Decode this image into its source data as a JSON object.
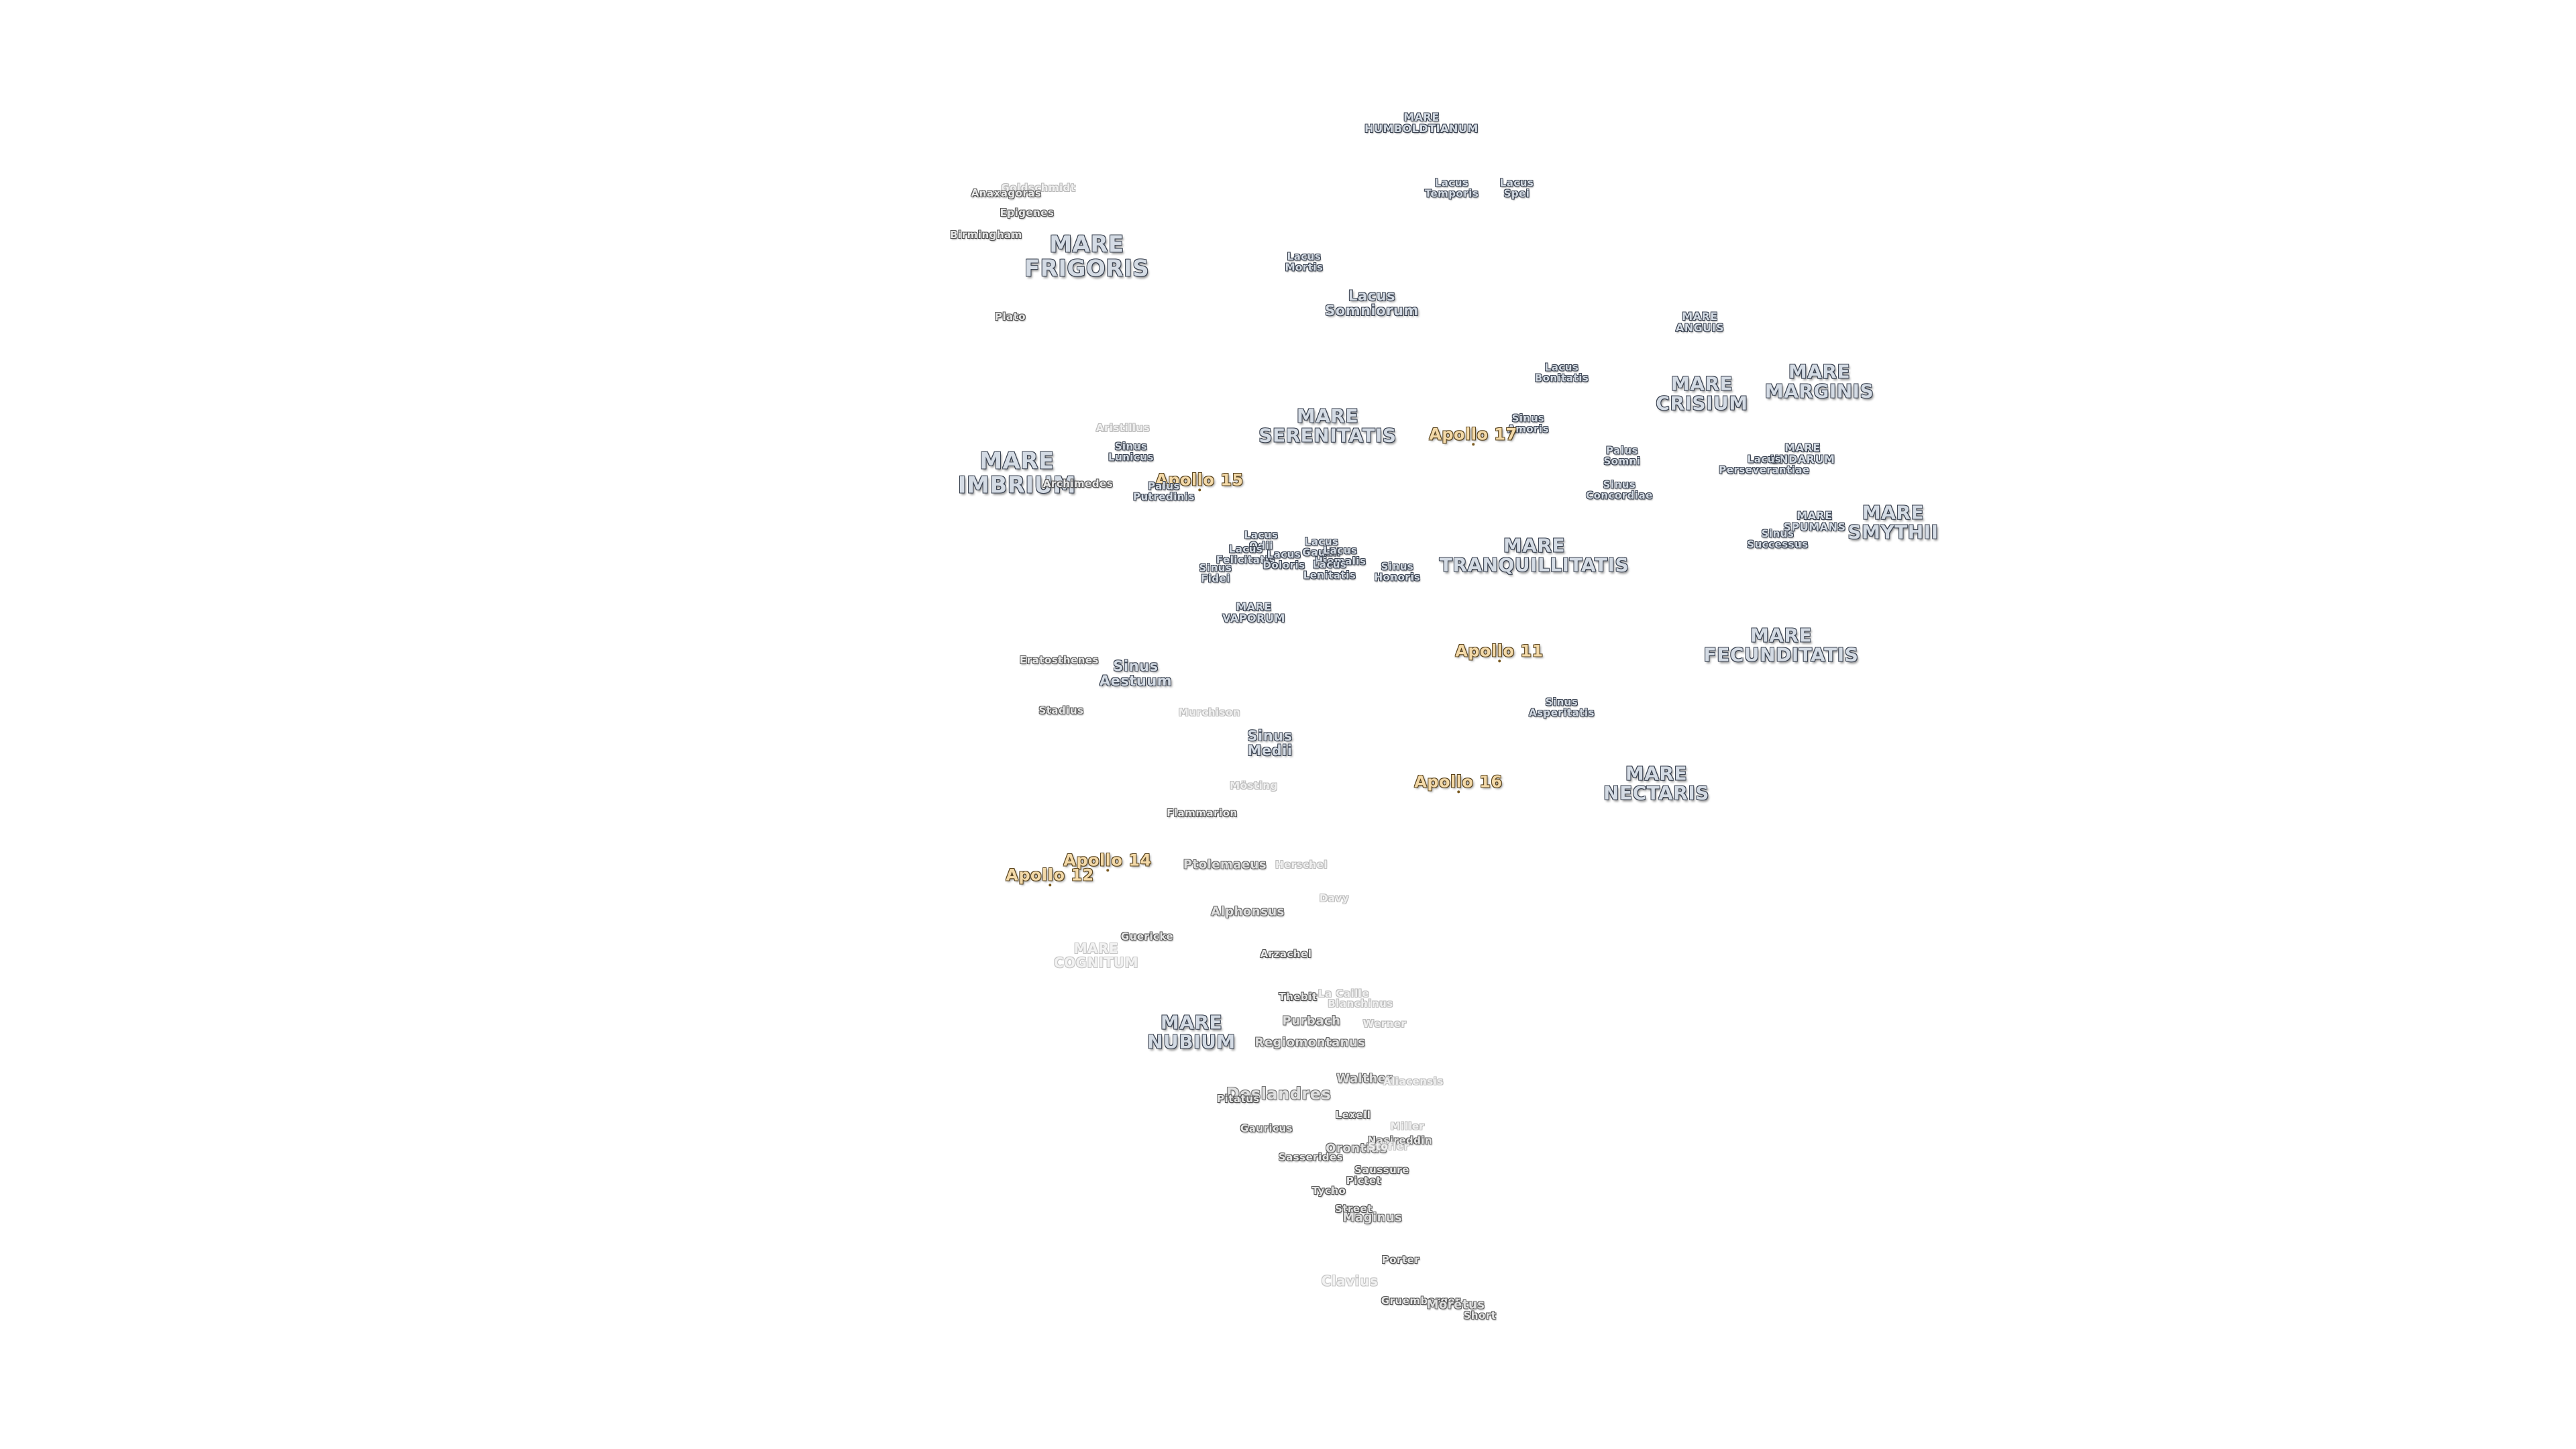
{
  "labels": [
    {
      "id": "mare-humboldtianum",
      "text": "MARE\nHUMBOLDTIANUM",
      "kind": "sea-s"
    },
    {
      "id": "lacus-temporis",
      "text": "Lacus\nTemporis",
      "kind": "feat-s"
    },
    {
      "id": "lacus-spei",
      "text": "Lacus\nSpei",
      "kind": "feat-s"
    },
    {
      "id": "goldschmidt",
      "text": "Goldschmidt",
      "kind": "faint"
    },
    {
      "id": "anaxagoras",
      "text": "Anaxagoras",
      "kind": "crater"
    },
    {
      "id": "epigenes",
      "text": "Epigenes",
      "kind": "crater"
    },
    {
      "id": "birmingham",
      "text": "Birmingham",
      "kind": "crater"
    },
    {
      "id": "mare-frigoris",
      "text": "MARE\nFRIGORIS",
      "kind": "sea-l"
    },
    {
      "id": "lacus-mortis",
      "text": "Lacus\nMortis",
      "kind": "feat-s"
    },
    {
      "id": "lacus-somniorum",
      "text": "Lacus\nSomniorum",
      "kind": "feat"
    },
    {
      "id": "plato",
      "text": "Plato",
      "kind": "crater"
    },
    {
      "id": "mare-anguis",
      "text": "MARE\nANGUIS",
      "kind": "sea-s"
    },
    {
      "id": "lacus-bonitatis",
      "text": "Lacus\nBonitatis",
      "kind": "feat-s"
    },
    {
      "id": "mare-crisium",
      "text": "MARE\nCRISIUM",
      "kind": "sea"
    },
    {
      "id": "mare-marginis",
      "text": "MARE\nMARGINIS",
      "kind": "sea"
    },
    {
      "id": "aristillus",
      "text": "Aristillus",
      "kind": "faint"
    },
    {
      "id": "mare-serenitatis",
      "text": "MARE\nSERENITATIS",
      "kind": "sea"
    },
    {
      "id": "sinus-amoris",
      "text": "Sinus\nAmoris",
      "kind": "feat-s"
    },
    {
      "id": "apollo-17",
      "text": "Apollo 17",
      "kind": "apollo"
    },
    {
      "id": "mare-imbrium",
      "text": "MARE\nIMBRIUM",
      "kind": "sea-l"
    },
    {
      "id": "sinus-lunicus",
      "text": "Sinus\nLunicus",
      "kind": "feat-s"
    },
    {
      "id": "archimedes",
      "text": "Archimedes",
      "kind": "crater"
    },
    {
      "id": "apollo-15",
      "text": "Apollo 15",
      "kind": "apollo"
    },
    {
      "id": "palus-putredinis",
      "text": "Palus\nPutredinis",
      "kind": "feat-s"
    },
    {
      "id": "palus-somni",
      "text": "Palus\nSomni",
      "kind": "feat-s"
    },
    {
      "id": "mare-undarum",
      "text": "MARE\nUNDARUM",
      "kind": "sea-s"
    },
    {
      "id": "lacus-perseverantiae",
      "text": "Lacus\nPerseverantiae",
      "kind": "feat-s"
    },
    {
      "id": "sinus-concordiae",
      "text": "Sinus\nConcordiae",
      "kind": "feat-s"
    },
    {
      "id": "mare-spumans",
      "text": "MARE\nSPUMANS",
      "kind": "sea-s"
    },
    {
      "id": "mare-smythii",
      "text": "MARE\nSMYTHII",
      "kind": "sea"
    },
    {
      "id": "sinus-successus",
      "text": "Sinus\nSuccessus",
      "kind": "feat-s"
    },
    {
      "id": "lacus-odii",
      "text": "Lacus\nOdii",
      "kind": "feat-s"
    },
    {
      "id": "lacus-felicitatis",
      "text": "Lacus\nFelicitatis",
      "kind": "feat-s"
    },
    {
      "id": "lacus-doloris",
      "text": "Lacus\nDoloris",
      "kind": "feat-s"
    },
    {
      "id": "sinus-fidei",
      "text": "Sinus\nFidei",
      "kind": "feat-s"
    },
    {
      "id": "lacus-gaudii",
      "text": "Lacus\nGaudii",
      "kind": "feat-s"
    },
    {
      "id": "lacus-hiemalis",
      "text": "Lacus\nHiemalis",
      "kind": "feat-s"
    },
    {
      "id": "lacus-lenitatis",
      "text": "Lacus\nLenitatis",
      "kind": "feat-s"
    },
    {
      "id": "sinus-honoris",
      "text": "Sinus\nHonoris",
      "kind": "feat-s"
    },
    {
      "id": "mare-tranquillitatis",
      "text": "MARE\nTRANQUILLITATIS",
      "kind": "sea"
    },
    {
      "id": "mare-vaporum",
      "text": "MARE\nVAPORUM",
      "kind": "sea-s"
    },
    {
      "id": "apollo-11",
      "text": "Apollo 11",
      "kind": "apollo"
    },
    {
      "id": "mare-fecunditatis",
      "text": "MARE\nFECUNDITATIS",
      "kind": "sea"
    },
    {
      "id": "eratosthenes",
      "text": "Eratosthenes",
      "kind": "crater"
    },
    {
      "id": "sinus-aestuum",
      "text": "Sinus\nAestuum",
      "kind": "feat"
    },
    {
      "id": "stadius",
      "text": "Stadius",
      "kind": "crater"
    },
    {
      "id": "murchison",
      "text": "Murchison",
      "kind": "faint"
    },
    {
      "id": "sinus-asperitatis",
      "text": "Sinus\nAsperitatis",
      "kind": "feat-s"
    },
    {
      "id": "sinus-medii",
      "text": "Sinus\nMedii",
      "kind": "feat"
    },
    {
      "id": "apollo-16",
      "text": "Apollo 16",
      "kind": "apollo"
    },
    {
      "id": "mare-nectaris",
      "text": "MARE\nNECTARIS",
      "kind": "sea"
    },
    {
      "id": "mosting",
      "text": "Mösting",
      "kind": "faint"
    },
    {
      "id": "flammarion",
      "text": "Flammarion",
      "kind": "crater"
    },
    {
      "id": "apollo-14",
      "text": "Apollo 14",
      "kind": "apollo"
    },
    {
      "id": "apollo-12",
      "text": "Apollo 12",
      "kind": "apollo"
    },
    {
      "id": "ptolemaeus",
      "text": "Ptolemaeus",
      "kind": "crater-m"
    },
    {
      "id": "herschel",
      "text": "Herschel",
      "kind": "faint"
    },
    {
      "id": "davy",
      "text": "Davy",
      "kind": "faint"
    },
    {
      "id": "alphonsus",
      "text": "Alphonsus",
      "kind": "crater-m"
    },
    {
      "id": "guericke",
      "text": "Guericke",
      "kind": "crater"
    },
    {
      "id": "mare-cognitum",
      "text": "MARE\nCOGNITUM",
      "kind": "faint-sea"
    },
    {
      "id": "arzachel",
      "text": "Arzachel",
      "kind": "crater"
    },
    {
      "id": "thebit",
      "text": "Thebit",
      "kind": "crater"
    },
    {
      "id": "la-caille",
      "text": "La Caille",
      "kind": "faint"
    },
    {
      "id": "blanchinus",
      "text": "Blanchinus",
      "kind": "faint"
    },
    {
      "id": "mare-nubium",
      "text": "MARE\nNUBIUM",
      "kind": "sea"
    },
    {
      "id": "purbach",
      "text": "Purbach",
      "kind": "crater-m"
    },
    {
      "id": "werner",
      "text": "Werner",
      "kind": "faint"
    },
    {
      "id": "regiomontanus",
      "text": "Regiomontanus",
      "kind": "crater-m"
    },
    {
      "id": "walther",
      "text": "Walther",
      "kind": "crater-m"
    },
    {
      "id": "aliacensis",
      "text": "Aliacensis",
      "kind": "faint"
    },
    {
      "id": "deslandres",
      "text": "Deslandres",
      "kind": "crater-l"
    },
    {
      "id": "pitatus",
      "text": "Pitatus",
      "kind": "crater"
    },
    {
      "id": "lexell",
      "text": "Lexell",
      "kind": "crater"
    },
    {
      "id": "gauricus",
      "text": "Gauricus",
      "kind": "crater"
    },
    {
      "id": "miller",
      "text": "Miller",
      "kind": "faint"
    },
    {
      "id": "orontius",
      "text": "Orontius",
      "kind": "crater-m"
    },
    {
      "id": "nasireddin",
      "text": "Nasireddin",
      "kind": "crater"
    },
    {
      "id": "stofler",
      "text": "Stöfler",
      "kind": "faint"
    },
    {
      "id": "sasserides",
      "text": "Sasserides",
      "kind": "crater"
    },
    {
      "id": "saussure",
      "text": "Saussure",
      "kind": "crater"
    },
    {
      "id": "pictet",
      "text": "Pictet",
      "kind": "crater"
    },
    {
      "id": "tycho",
      "text": "Tycho",
      "kind": "crater"
    },
    {
      "id": "street",
      "text": "Street",
      "kind": "crater"
    },
    {
      "id": "maginus",
      "text": "Maginus",
      "kind": "crater-m"
    },
    {
      "id": "porter",
      "text": "Porter",
      "kind": "crater"
    },
    {
      "id": "clavius",
      "text": "Clavius",
      "kind": "faint-l"
    },
    {
      "id": "gruemberger",
      "text": "Gruemberger",
      "kind": "crater"
    },
    {
      "id": "moretus",
      "text": "Moretus",
      "kind": "crater-m"
    },
    {
      "id": "short",
      "text": "Short",
      "kind": "crater"
    }
  ]
}
